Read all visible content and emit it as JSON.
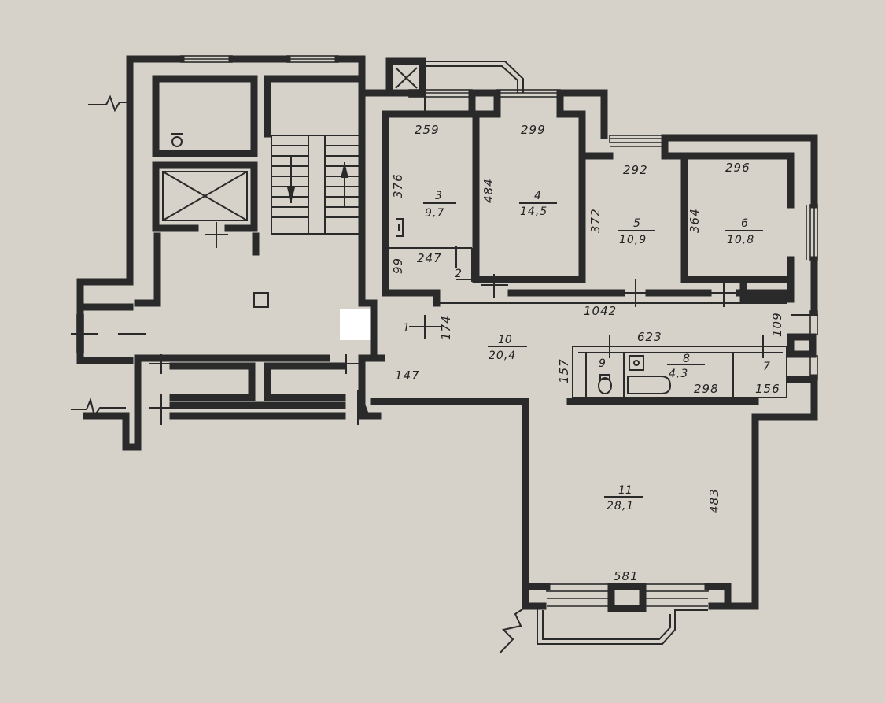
{
  "rooms": [
    {
      "number": "1",
      "area": ""
    },
    {
      "number": "2",
      "area": ""
    },
    {
      "number": "3",
      "area": "9,7"
    },
    {
      "number": "4",
      "area": "14,5"
    },
    {
      "number": "5",
      "area": "10,9"
    },
    {
      "number": "6",
      "area": "10,8"
    },
    {
      "number": "7",
      "area": ""
    },
    {
      "number": "8",
      "area": "4,3"
    },
    {
      "number": "9",
      "area": ""
    },
    {
      "number": "10",
      "area": "20,4"
    },
    {
      "number": "11",
      "area": "28,1"
    }
  ],
  "dimensions": {
    "d259": "259",
    "d299": "299",
    "d292": "292",
    "d296": "296",
    "d376": "376",
    "d484": "484",
    "d372": "372",
    "d364": "364",
    "d99": "99",
    "d247": "247",
    "d1042": "1042",
    "d109": "109",
    "d174": "174",
    "d623": "623",
    "d157": "157",
    "d147": "147",
    "d298": "298",
    "d156": "156",
    "d483": "483",
    "d581": "581"
  },
  "colors": {
    "paper": "#d6d1c9",
    "line": "#2a2a2a"
  },
  "icons": [
    "stair-arrow-down-icon",
    "stair-arrow-up-icon",
    "elevator-cross-icon",
    "vent-shaft-icon",
    "gas-pipe-icon",
    "toilet-icon",
    "bathtub-icon",
    "sink-icon",
    "break-line-icon"
  ]
}
